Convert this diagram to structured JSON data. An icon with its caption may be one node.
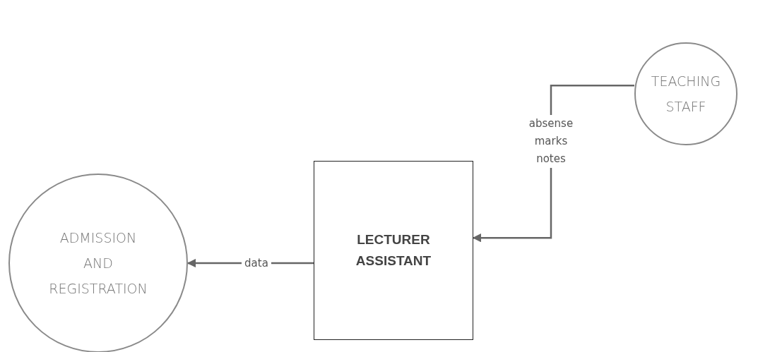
{
  "diagram": {
    "nodes": [
      {
        "text": [
          "TEACHING STAFF"
        ]
      },
      {
        "text": [
          "LECTURER ASSISTANT"
        ]
      },
      {
        "text": [
          "ADMISSION AND REGISTRATION"
        ]
      }
    ],
    "edges": [
      {
        "from": 0,
        "to": 1,
        "arrow": "to",
        "label": "absense marks notes"
      },
      {
        "from": 1,
        "to": 2,
        "arrow": "to",
        "label": "data"
      }
    ]
  }
}
